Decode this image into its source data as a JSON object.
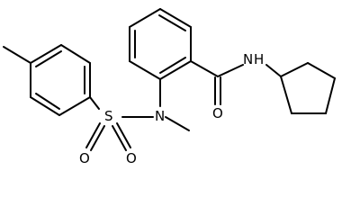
{
  "molecule": {
    "atoms": {
      "amide_n": "N",
      "amide_h": "H",
      "amide_o": "O",
      "sulfonamide_n": "N",
      "sulfur": "S",
      "sulfonyl_o_left": "O",
      "sulfonyl_o_right": "O"
    }
  }
}
